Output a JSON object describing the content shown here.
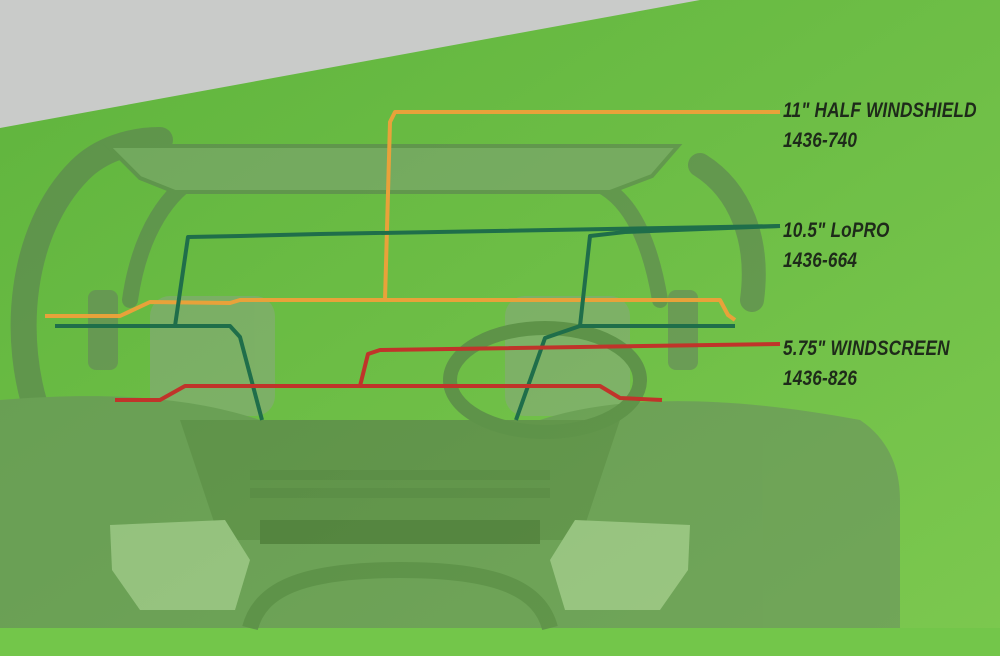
{
  "colors": {
    "background_green": "#6fbf46",
    "header_gray": "#c9cbc9",
    "half_windshield_line": "#e8a23a",
    "lopro_line": "#1f6e4a",
    "windscreen_line": "#c0342a",
    "label_text": "#1e2a1a"
  },
  "windshields": [
    {
      "name": "11\" HALF WINDSHIELD",
      "part_number": "1436-740"
    },
    {
      "name": "10.5\" LoPRO",
      "part_number": "1436-664"
    },
    {
      "name": "5.75\" WINDSCREEN",
      "part_number": "1436-826"
    }
  ],
  "vehicle": {
    "illustration": "utv-front-view-outline"
  }
}
